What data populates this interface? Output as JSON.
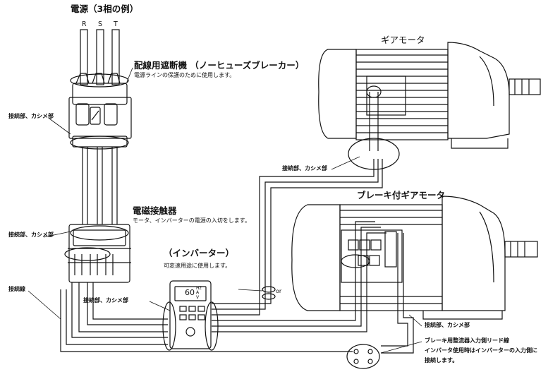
{
  "source": {
    "title": "電源（3相の例）",
    "phases": [
      "R",
      "S",
      "T"
    ]
  },
  "breaker": {
    "title": "配線用遮断機 （ノーヒューズブレーカー）",
    "desc": "電源ラインの保護のために使用します。"
  },
  "contactor": {
    "title": "電磁接触器",
    "desc": "モータ、インバーターの電源の入切をします。"
  },
  "inverter": {
    "title": "（インバーター）",
    "desc": "可変速用途に使用します。",
    "display_value": "60",
    "display_units": [
      "Hz",
      "A",
      "V"
    ]
  },
  "gear_motor": {
    "title": "ギアモータ"
  },
  "brake_motor": {
    "title": "ブレーキ付ギアモータ"
  },
  "labels": {
    "crimp_left_top": "接続部、カシメ部",
    "crimp_left_mid": "接続部、カシメ部",
    "crimp_motor_top": "接続部、カシメ部",
    "crimp_inverter": "接続部、カシメ部",
    "crimp_brake": "接続部、カシメ部",
    "connection_wire": "接続線",
    "ground_mark": "or",
    "rectifier_lead": "ブレーキ用整流器入力側リード線",
    "rectifier_note_1": "インバータ使用時はインバーターの入力側に",
    "rectifier_note_2": "接続します。"
  }
}
